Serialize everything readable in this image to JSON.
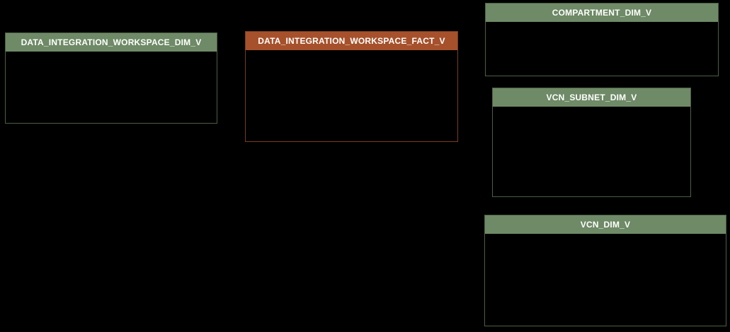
{
  "diagram": {
    "kind": "star-schema-entity-diagram",
    "tables": [
      {
        "label": "DATA_INTEGRATION_WORKSPACE_DIM_V",
        "role": "dimension"
      },
      {
        "label": "DATA_INTEGRATION_WORKSPACE_FACT_V",
        "role": "fact"
      },
      {
        "label": "COMPARTMENT_DIM_V",
        "role": "dimension"
      },
      {
        "label": "VCN_SUBNET_DIM_V",
        "role": "dimension"
      },
      {
        "label": "VCN_DIM_V",
        "role": "dimension"
      }
    ],
    "colors": {
      "canvas_background": "#000000",
      "dimension_header": "#6e8a66",
      "dimension_border": "#4d5f45",
      "fact_header": "#a6512b",
      "fact_border": "#7e3b1c",
      "title_text": "#ffffff",
      "table_body": "#000000"
    }
  }
}
